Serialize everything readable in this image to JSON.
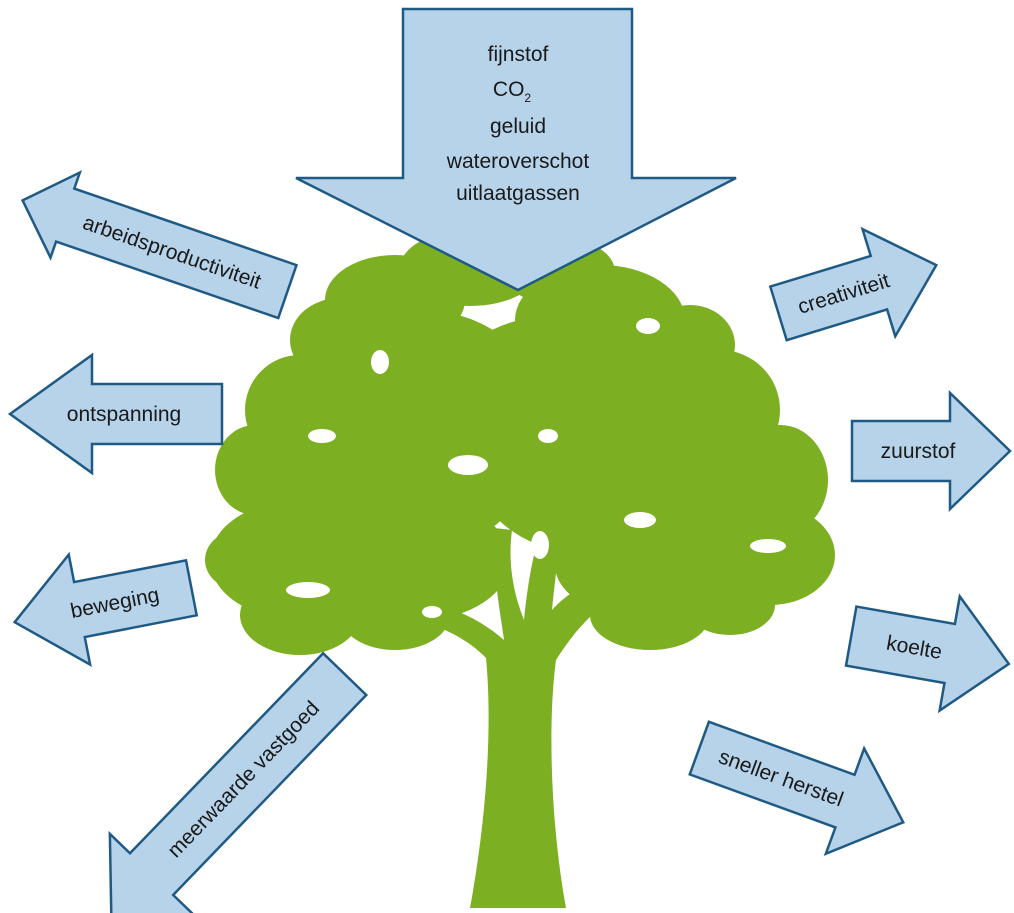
{
  "colors": {
    "arrow_fill": "#b6d3ea",
    "arrow_stroke": "#1f5a84",
    "tree": "#7daf22",
    "background": "#ffffff"
  },
  "tree": {
    "icon": "tree-icon"
  },
  "incoming": {
    "icon": "down-arrow-icon",
    "items": [
      "fijnstof",
      "CO",
      "geluid",
      "wateroverschot",
      "uitlaatgassen"
    ],
    "co2_subscript": "2"
  },
  "outgoing": {
    "arbeidsproductiviteit": "arbeidsproductiviteit",
    "ontspanning": "ontspanning",
    "beweging": "beweging",
    "meerwaarde_vastgoed": "meerwaarde vastgoed",
    "creativiteit": "creativiteit",
    "zuurstof": "zuurstof",
    "koelte": "koelte",
    "sneller_herstel": "sneller herstel"
  }
}
